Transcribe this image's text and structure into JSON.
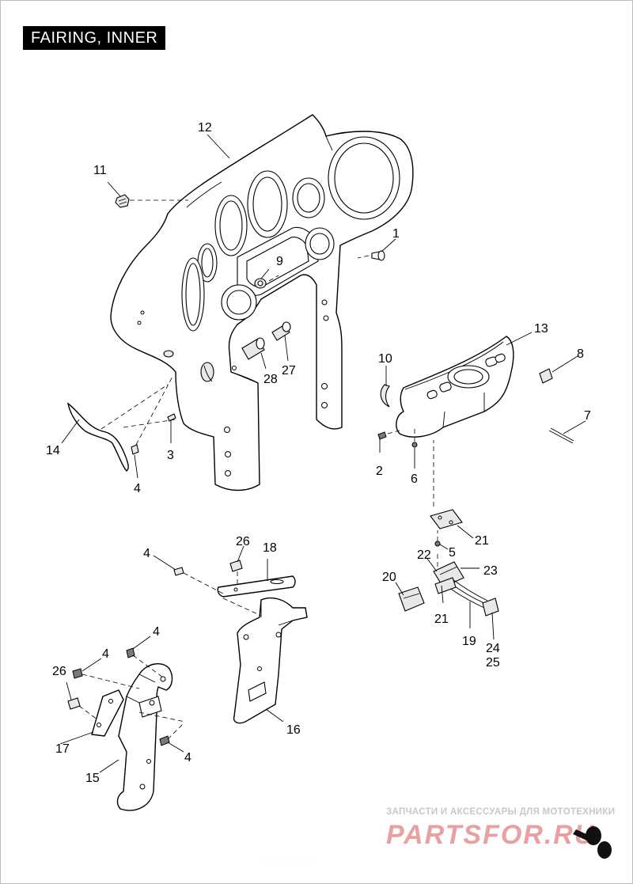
{
  "title": "FAIRING, INNER",
  "callouts": [
    {
      "id": "c1",
      "text": "1"
    },
    {
      "id": "c2",
      "text": "2"
    },
    {
      "id": "c3",
      "text": "3"
    },
    {
      "id": "c4a",
      "text": "4"
    },
    {
      "id": "c4b",
      "text": "4"
    },
    {
      "id": "c4c",
      "text": "4"
    },
    {
      "id": "c4d",
      "text": "4"
    },
    {
      "id": "c4e",
      "text": "4"
    },
    {
      "id": "c5",
      "text": "5"
    },
    {
      "id": "c6",
      "text": "6"
    },
    {
      "id": "c7",
      "text": "7"
    },
    {
      "id": "c8",
      "text": "8"
    },
    {
      "id": "c9",
      "text": "9"
    },
    {
      "id": "c10",
      "text": "10"
    },
    {
      "id": "c11",
      "text": "11"
    },
    {
      "id": "c12",
      "text": "12"
    },
    {
      "id": "c13",
      "text": "13"
    },
    {
      "id": "c14",
      "text": "14"
    },
    {
      "id": "c15",
      "text": "15"
    },
    {
      "id": "c16",
      "text": "16"
    },
    {
      "id": "c17",
      "text": "17"
    },
    {
      "id": "c18",
      "text": "18"
    },
    {
      "id": "c19",
      "text": "19"
    },
    {
      "id": "c20",
      "text": "20"
    },
    {
      "id": "c21a",
      "text": "21"
    },
    {
      "id": "c21b",
      "text": "21"
    },
    {
      "id": "c22",
      "text": "22"
    },
    {
      "id": "c23",
      "text": "23"
    },
    {
      "id": "c24",
      "text": "24"
    },
    {
      "id": "c25",
      "text": "25"
    },
    {
      "id": "c26a",
      "text": "26"
    },
    {
      "id": "c26b",
      "text": "26"
    },
    {
      "id": "c27",
      "text": "27"
    },
    {
      "id": "c28",
      "text": "28"
    }
  ],
  "watermark": {
    "caption": "ЗАПЧАСТИ И АКСЕССУАРЫ ДЛЯ МОТОТЕХНИКИ",
    "logo": "PARTSFOR.RU",
    "color": "#e8a0a0"
  },
  "footer_code": "· · · · · · ·   · · · ·   · · · · · ·"
}
